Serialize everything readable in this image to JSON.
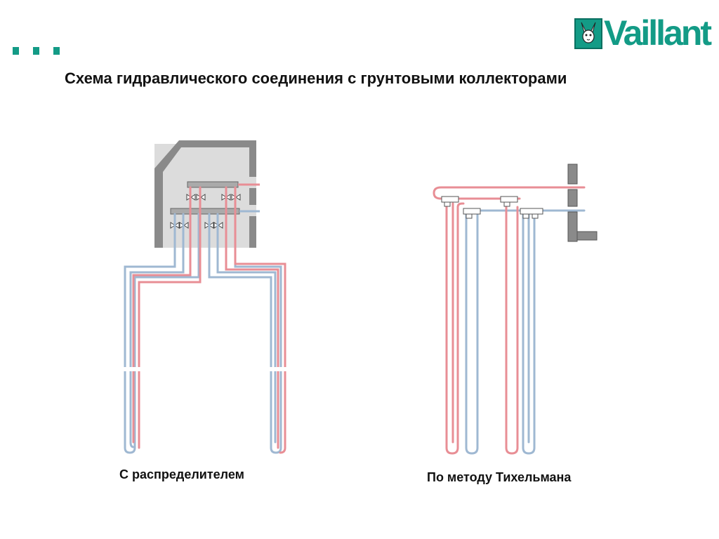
{
  "slide": {
    "title": "Схема гидравлического соединения с грунтовыми коллекторами"
  },
  "logo": {
    "text": "Vaillant",
    "icon": "hare-icon"
  },
  "diagram_left": {
    "caption": "С распределителем"
  },
  "diagram_right": {
    "caption": "По методу Тихельмана"
  },
  "colors": {
    "accent": "#139b86",
    "supply_pipe": "#e88e95",
    "return_pipe": "#9fb8d2",
    "wall": "#8a8a8a"
  }
}
